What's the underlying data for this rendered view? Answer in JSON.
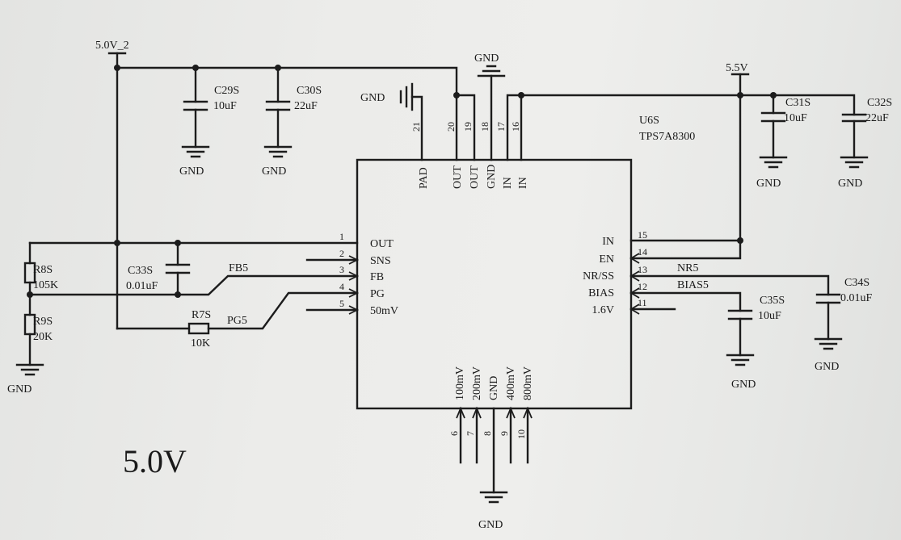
{
  "rails": {
    "v50": "5.0V_2",
    "v55": "5.5V"
  },
  "gnd": "GND",
  "ic": {
    "ref": "U6S",
    "part": "TPS7A8300"
  },
  "left_pins": [
    {
      "num": "1",
      "name": "OUT"
    },
    {
      "num": "2",
      "name": "SNS"
    },
    {
      "num": "3",
      "name": "FB"
    },
    {
      "num": "4",
      "name": "PG"
    },
    {
      "num": "5",
      "name": "50mV"
    }
  ],
  "right_pins": [
    {
      "num": "15",
      "name": "IN"
    },
    {
      "num": "14",
      "name": "EN"
    },
    {
      "num": "13",
      "name": "NR/SS"
    },
    {
      "num": "12",
      "name": "BIAS"
    },
    {
      "num": "11",
      "name": "1.6V"
    }
  ],
  "top_pins": [
    {
      "num": "21",
      "name": "PAD"
    },
    {
      "num": "20",
      "name": "OUT"
    },
    {
      "num": "19",
      "name": "OUT"
    },
    {
      "num": "18",
      "name": "GND"
    },
    {
      "num": "17",
      "name": "IN"
    },
    {
      "num": "16",
      "name": "IN"
    }
  ],
  "bottom_pins": [
    {
      "num": "6",
      "name": "100mV"
    },
    {
      "num": "7",
      "name": "200mV"
    },
    {
      "num": "8",
      "name": "GND"
    },
    {
      "num": "9",
      "name": "400mV"
    },
    {
      "num": "10",
      "name": "800mV"
    }
  ],
  "caps": {
    "c29": {
      "ref": "C29S",
      "val": "10uF"
    },
    "c30": {
      "ref": "C30S",
      "val": "22uF"
    },
    "c31": {
      "ref": "C31S",
      "val": "10uF"
    },
    "c32": {
      "ref": "C32S",
      "val": "22uF"
    },
    "c33": {
      "ref": "C33S",
      "val": "0.01uF"
    },
    "c34": {
      "ref": "C34S",
      "val": "0.01uF"
    },
    "c35": {
      "ref": "C35S",
      "val": "10uF"
    }
  },
  "resistors": {
    "r8": {
      "ref": "R8S",
      "val": "105K"
    },
    "r9": {
      "ref": "R9S",
      "val": "20K"
    },
    "r7": {
      "ref": "R7S",
      "val": "10K"
    }
  },
  "nets": {
    "fb": "FB5",
    "pg": "PG5",
    "nr": "NR5",
    "bias": "BIAS5"
  },
  "title": "5.0V"
}
